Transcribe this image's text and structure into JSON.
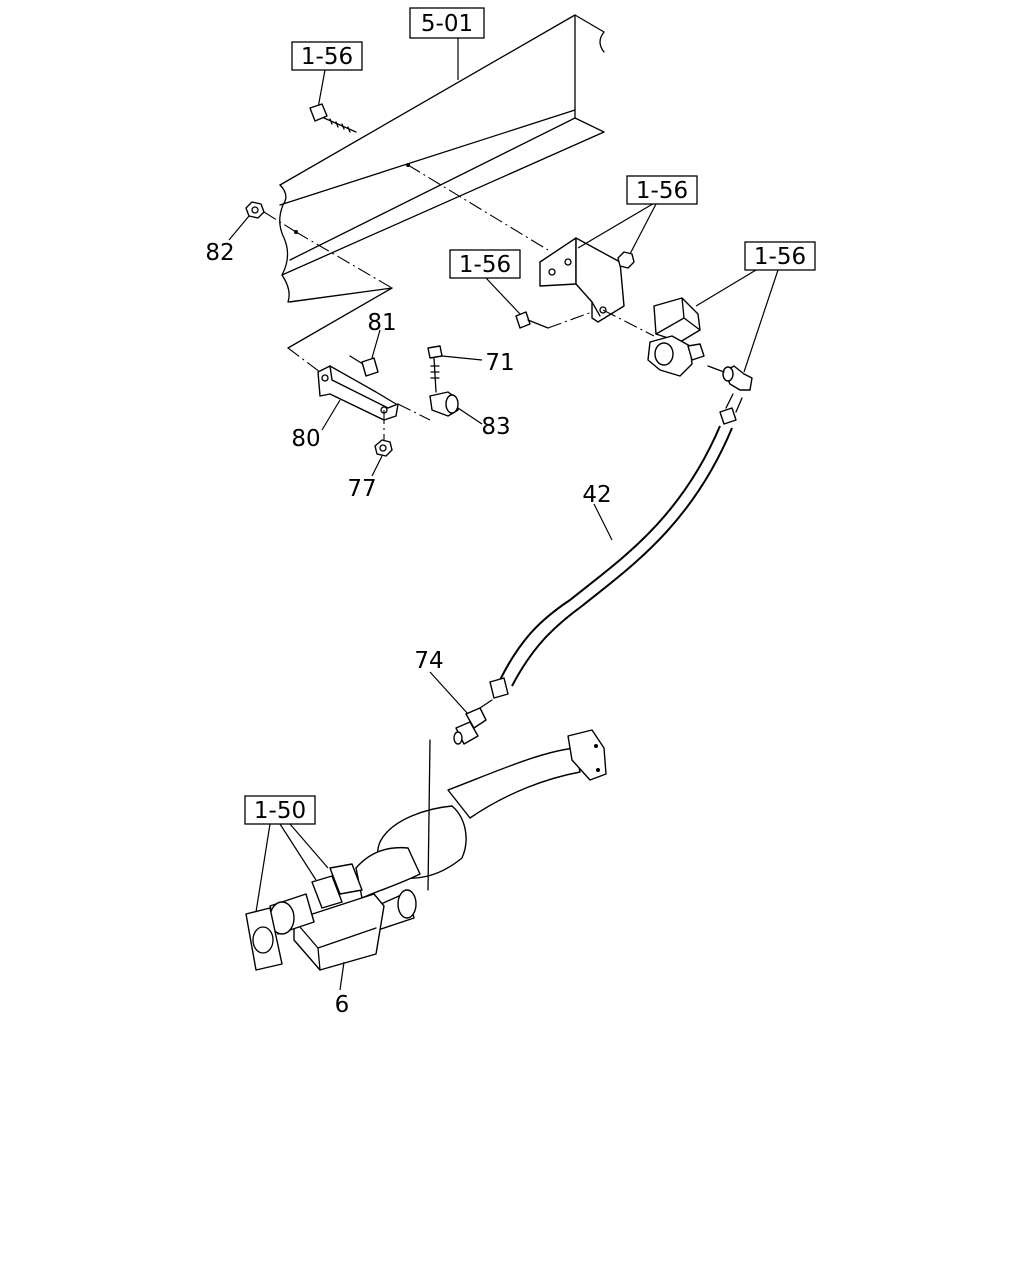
{
  "refs": {
    "r501": "5-01",
    "r156_a": "1-56",
    "r156_b": "1-56",
    "r156_c": "1-56",
    "r156_d": "1-56",
    "r150": "1-50"
  },
  "parts": {
    "p82": "82",
    "p81": "81",
    "p71": "71",
    "p80": "80",
    "p83": "83",
    "p77": "77",
    "p42": "42",
    "p74": "74",
    "p6": "6"
  }
}
